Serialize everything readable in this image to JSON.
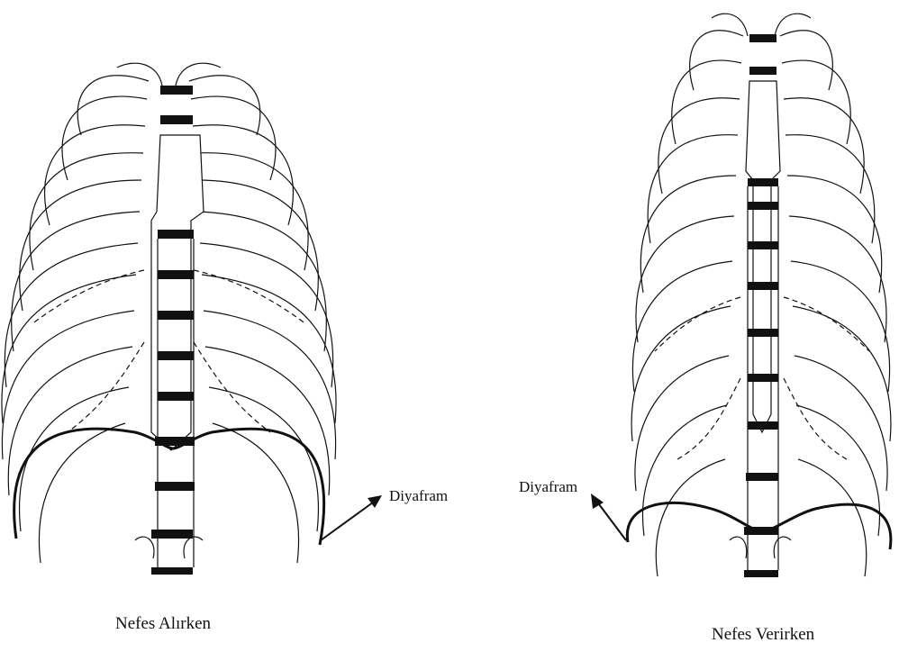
{
  "panels": [
    {
      "caption": "Nefes Alırken",
      "diaphragm_label": "Diyafram",
      "state": "inhale"
    },
    {
      "caption": "Nefes Verirken",
      "diaphragm_label": "Diyafram",
      "state": "exhale"
    }
  ],
  "colors": {
    "ink": "#111111",
    "paper": "#ffffff"
  }
}
